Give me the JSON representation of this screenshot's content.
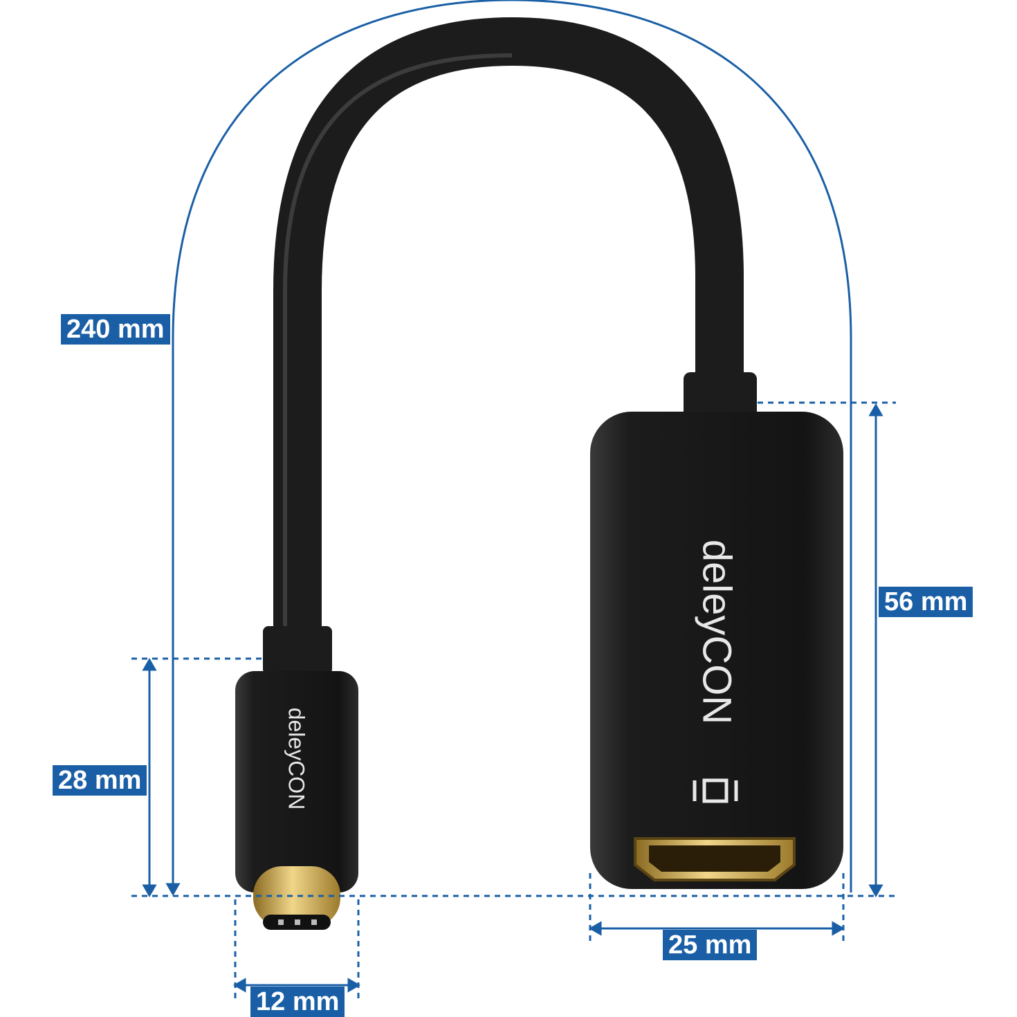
{
  "colors": {
    "dimension_blue": "#1a5fa6",
    "cable_black": "#1c1c1c",
    "gold_contact": "#c9a84a",
    "background": "#ffffff"
  },
  "dimensions": {
    "total_length": "240 mm",
    "usbc_length": "28 mm",
    "usbc_width": "12 mm",
    "hdmi_length": "56 mm",
    "hdmi_width": "25 mm"
  },
  "branding": {
    "usbc_logo": "deleyCON",
    "hdmi_logo": "deleyCON",
    "hdmi_symbol_icon": "hdmi-port-icon"
  }
}
